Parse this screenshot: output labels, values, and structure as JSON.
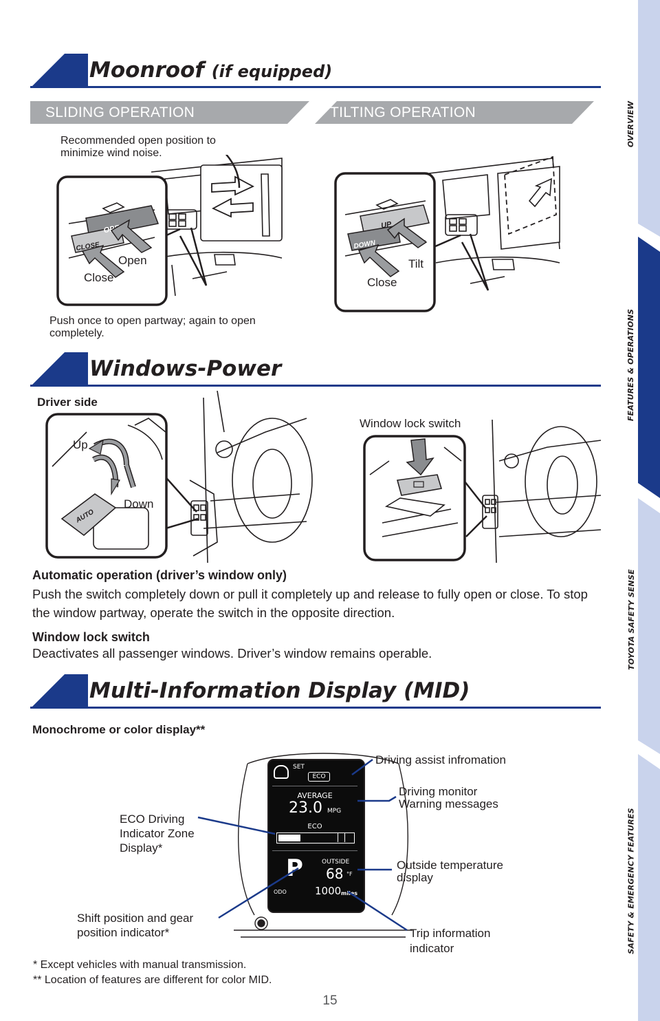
{
  "nav": {
    "sections": [
      {
        "label": "OVERVIEW",
        "active": false
      },
      {
        "label": "FEATURES & OPERATIONS",
        "active": true
      },
      {
        "label": "TOYOTA SAFETY SENSE",
        "active": false
      },
      {
        "label": "SAFETY & EMERGENCY FEATURES",
        "active": false
      }
    ],
    "colors": {
      "active": "#1b3a8a",
      "inactive": "#c9d3ec"
    }
  },
  "moonroof": {
    "title": "Moonroof",
    "title_sub": "(if equipped)",
    "sliding": {
      "banner": "SLIDING OPERATION",
      "note_top": "Recommended open position to minimize wind noise.",
      "switch_open": "OPEN",
      "switch_close": "CLOSE",
      "label_open": "Open",
      "label_close": "Close",
      "note_bottom": "Push once to open partway; again to open completely."
    },
    "tilting": {
      "banner": "TILTING OPERATION",
      "switch_up": "UP",
      "switch_down": "DOWN",
      "label_tilt": "Tilt",
      "label_close": "Close"
    }
  },
  "windows": {
    "title": "Windows-Power",
    "driver_side": "Driver side",
    "label_up": "Up",
    "label_down": "Down",
    "switch_auto": "AUTO",
    "lock_switch_label": "Window lock switch",
    "auto_heading": "Automatic operation (driver’s window only)",
    "auto_text": "Push the switch completely down or pull it completely up and release to fully open or close. To stop the window partway, operate the switch in the opposite direction.",
    "lock_heading": "Window lock switch",
    "lock_text": "Deactivates all passenger windows. Driver’s window remains operable."
  },
  "mid": {
    "title": "Multi-Information Display (MID)",
    "subtitle": "Monochrome or color display**",
    "display": {
      "set": "SET",
      "eco_badge": "ECO",
      "average_label": "AVERAGE",
      "average_value": "23.0",
      "average_unit": "MPG",
      "eco_zone_label": "ECO",
      "eco_fill": 0.3,
      "gear": "P",
      "odo": "ODO",
      "outside_label": "OUTSIDE",
      "outside_value": "68",
      "outside_unit": "°F",
      "miles_value": "1000",
      "miles_unit": "miles"
    },
    "callouts": {
      "driving_assist": "Driving assist infromation",
      "driving_monitor": "Driving monitor Warning messages",
      "eco_zone": "ECO Driving Indicator Zone Display*",
      "outside_temp": "Outside temperature display",
      "shift_position": "Shift position and gear position indicator*",
      "trip_info": "Trip information indicator"
    },
    "footnote_1": "* Except vehicles with manual transmission.",
    "footnote_2": "** Location of features are different for color MID."
  },
  "page_number": "15"
}
